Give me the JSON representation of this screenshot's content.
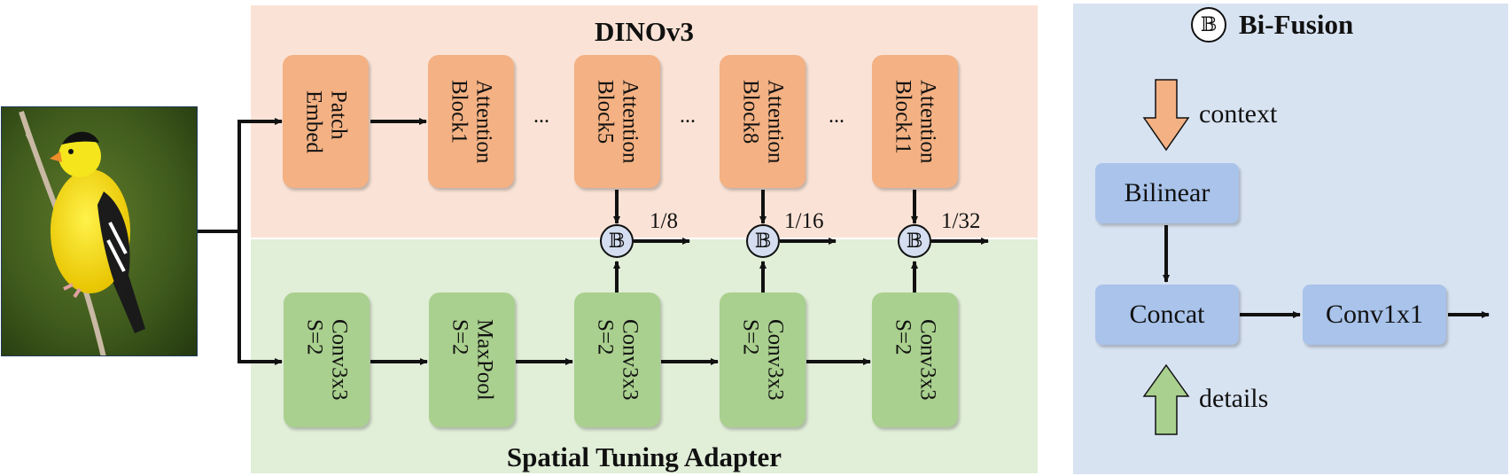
{
  "dino": {
    "title": "DINOv3",
    "blocks": [
      {
        "label": "Patch\nEmbed"
      },
      {
        "label": "Attention\nBlock1"
      },
      {
        "label": "Attention\nBlock5"
      },
      {
        "label": "Attention\nBlock8"
      },
      {
        "label": "Attention\nBlock11"
      }
    ],
    "ellipsis": "..."
  },
  "adapter": {
    "title": "Spatial Tuning Adapter",
    "blocks": [
      {
        "label": "Conv3x3\nS=2"
      },
      {
        "label": "MaxPool\nS=2"
      },
      {
        "label": "Conv3x3\nS=2"
      },
      {
        "label": "Conv3x3\nS=2"
      },
      {
        "label": "Conv3x3\nS=2"
      }
    ]
  },
  "fusion_nodes": [
    {
      "symbol": "𝔹",
      "scale": "1/8"
    },
    {
      "symbol": "𝔹",
      "scale": "1/16"
    },
    {
      "symbol": "𝔹",
      "scale": "1/32"
    }
  ],
  "bifusion": {
    "legend_symbol": "𝔹",
    "title": "Bi-Fusion",
    "context_label": "context",
    "details_label": "details",
    "bilinear_label": "Bilinear",
    "concat_label": "Concat",
    "conv_label": "Conv1x1"
  },
  "colors": {
    "dino_panel": "#fae3d6",
    "adapter_panel": "#e1eed8",
    "bifusion_panel": "#d8e3f2",
    "orange_block": "#f4b183",
    "green_block": "#a9d08e",
    "blue_block": "#a9c3ea"
  }
}
